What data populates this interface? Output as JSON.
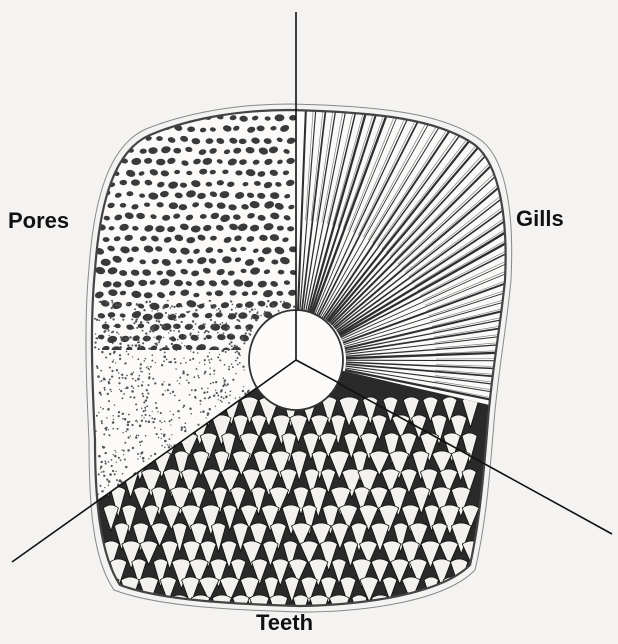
{
  "labels": {
    "pores": "Pores",
    "gills": "Gills",
    "teeth": "Teeth"
  },
  "colors": {
    "background": "#f4f3f1",
    "ink": "#1a1a1a",
    "outline": "#555555"
  }
}
